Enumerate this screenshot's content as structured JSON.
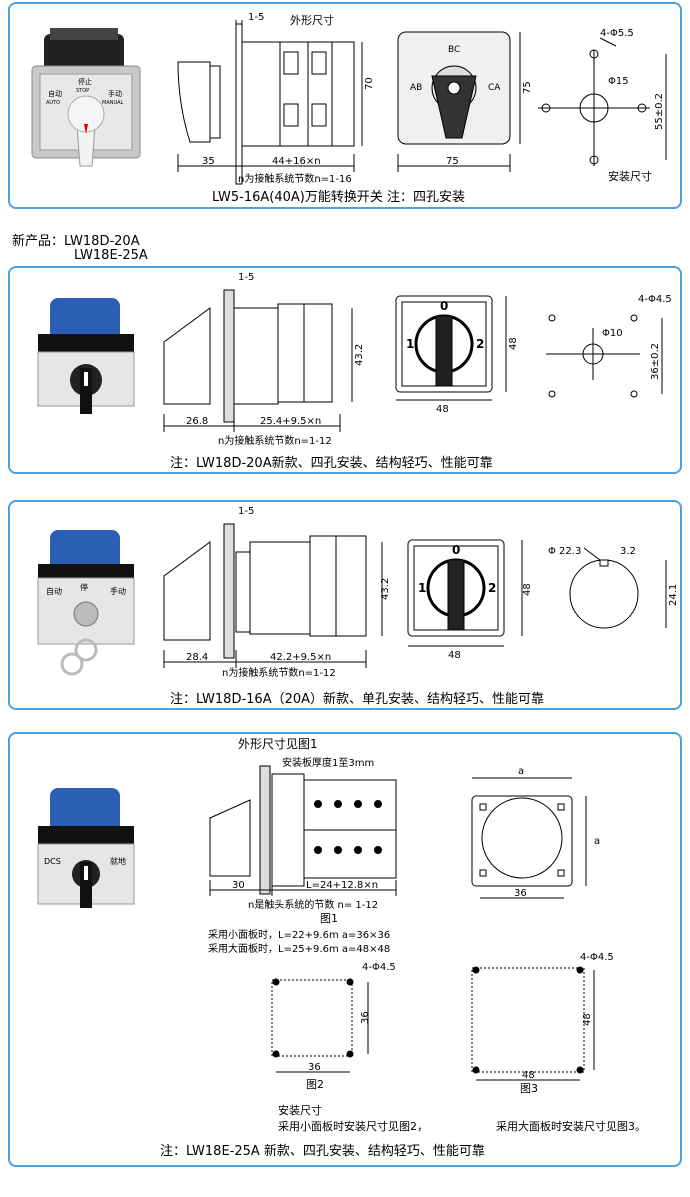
{
  "section1": {
    "outline_label": "外形尺寸",
    "dim_1_5": "1-5",
    "dim_70": "70",
    "dim_35": "35",
    "dim_44": "44+16×n",
    "n_note": "n为接触系统节数n=1-16",
    "bc": "BC",
    "ab": "AB",
    "ca": "CA",
    "dim_75v": "75",
    "dim_75h": "75",
    "hole_4": "4-Φ5.5",
    "hole_15": "Φ15",
    "dim_55": "55±0.2",
    "mount_label": "安装尺寸",
    "caption": "LW5-16A(40A)万能转换开关  注：四孔安装",
    "photo_stop": "停止",
    "photo_stop_en": "STOP",
    "photo_auto": "自动",
    "photo_auto_en": "AUTO",
    "photo_manual": "手动",
    "photo_manual_en": "MANUAL"
  },
  "new_products": {
    "line1": "新产品：LW18D-20A",
    "line2": "LW18E-25A"
  },
  "section2": {
    "dim_1_5": "1-5",
    "dim_43": "43.2",
    "dim_26": "26.8",
    "dim_25": "25.4+9.5×n",
    "n_note": "n为接触系统节数n=1-12",
    "pos0": "0",
    "pos1": "1",
    "pos2": "2",
    "dim_48v": "48",
    "dim_48h": "48",
    "hole_4": "4-Φ4.5",
    "hole_10": "Φ10",
    "dim_36": "36±0.2",
    "caption": "注：LW18D-20A新款、四孔安装、结构轻巧、性能可靠"
  },
  "section3": {
    "dim_1_5": "1-5",
    "dim_43": "43.2",
    "dim_28": "28.4",
    "dim_42": "42.2+9.5×n",
    "n_note": "n为接触系统节数n=1-12",
    "pos0": "0",
    "pos1": "1",
    "pos2": "2",
    "dim_48v": "48",
    "dim_48h": "48",
    "phi22": "Φ 22.3",
    "dim_3_2": "3.2",
    "dim_24": "24.1",
    "caption": "注：LW18D-16A（20A）新款、单孔安装、结构轻巧、性能可靠",
    "photo_auto": "自动",
    "photo_stop": "停",
    "photo_manual": "手动"
  },
  "section4": {
    "outline_ref": "外形尺寸见图1",
    "plate_thickness": "安装板厚度1至3mm",
    "dim_a": "a",
    "dim_a_v": "a",
    "dim_30": "30",
    "dim_L": "L=24+12.8×n",
    "dim_36": "36",
    "n_note": "n是触头系统的节数 n= 1-12",
    "fig1": "图1",
    "small_panel": "采用小面板时，L=22+9.6m  a=36×36",
    "large_panel": "采用大面板时，L=25+9.6m  a=48×48",
    "hole_a": "4-Φ4.5",
    "hole_b": "4-Φ4.5",
    "dim_36v": "36",
    "dim_36h": "36",
    "dim_48v": "48",
    "dim_48h": "48",
    "fig2": "图2",
    "fig3": "图3",
    "mount_label": "安装尺寸",
    "small_ref": "采用小面板时安装尺寸见图2，",
    "large_ref": "采用大面板时安装尺寸见图3。",
    "caption": "注：LW18E-25A 新款、四孔安装、结构轻巧、性能可靠",
    "photo_dcs": "DCS",
    "photo_local": "就地"
  }
}
